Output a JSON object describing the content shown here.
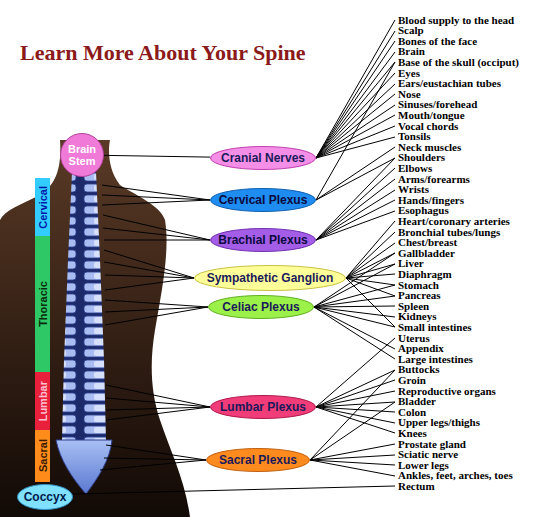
{
  "diagram": {
    "title": "Learn More About Your Spine",
    "nodes": [
      {
        "text": [
          "Brain Stem"
        ]
      },
      {
        "text": [
          "Cervical"
        ]
      },
      {
        "text": [
          "Thoracic"
        ]
      },
      {
        "text": [
          "Lumbar"
        ]
      },
      {
        "text": [
          "Sacral"
        ]
      },
      {
        "text": [
          "Coccyx"
        ]
      },
      {
        "text": [
          "Cranial Nerves"
        ]
      },
      {
        "text": [
          "Cervical Plexus"
        ]
      },
      {
        "text": [
          "Brachial Plexus"
        ]
      },
      {
        "text": [
          "Sympathetic Ganglion"
        ]
      },
      {
        "text": [
          "Celiac Plexus"
        ]
      },
      {
        "text": [
          "Lumbar Plexus"
        ]
      },
      {
        "text": [
          "Sacral Plexus"
        ]
      }
    ],
    "edges": [
      {
        "from": 0,
        "to": 6,
        "arrow": "none"
      }
    ],
    "labels": [
      "Blood supply to the head",
      "Scalp",
      "Bones of the face",
      "Brain",
      "Base of the skull (occiput)",
      "Eyes",
      "Ears/eustachian tubes",
      "Nose",
      "Sinuses/forehead",
      "Mouth/tongue",
      "Vocal chords",
      "Tonsils",
      "Neck muscles",
      "Shoulders",
      "Elbows",
      "Arms/forearms",
      "Wrists",
      "Hands/fingers",
      "Esophagus",
      "Heart/coronary arteries",
      "Bronchial tubes/lungs",
      "Chest/breast",
      "Gallbladder",
      "Liver",
      "Diaphragm",
      "Stomach",
      "Pancreas",
      "Spleen",
      "Kidneys",
      "Small intestines",
      "Uterus",
      "Appendix",
      "Large intestines",
      "Buttocks",
      "Groin",
      "Reproductive organs",
      "Bladder",
      "Colon",
      "Upper legs/thighs",
      "Knees",
      "Prostate gland",
      "Sciatic nerve",
      "Lower legs",
      "Ankles, feet, arches, toes",
      "Rectum"
    ]
  }
}
